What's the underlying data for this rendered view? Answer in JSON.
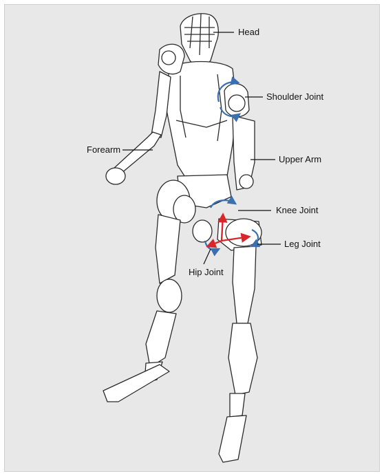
{
  "diagram": {
    "labels": {
      "head": "Head",
      "shoulder_joint": "Shoulder Joint",
      "forearm": "Forearm",
      "upper_arm": "Upper Arm",
      "knee_joint": "Knee Joint",
      "leg_joint": "Leg Joint",
      "hip_joint": "Hip Joint"
    },
    "colors": {
      "background": "#e8e8e8",
      "outline": "#2a2a2a",
      "rotation_arrow": "#3a6fb0",
      "axis_arrow": "#d8262b"
    }
  }
}
